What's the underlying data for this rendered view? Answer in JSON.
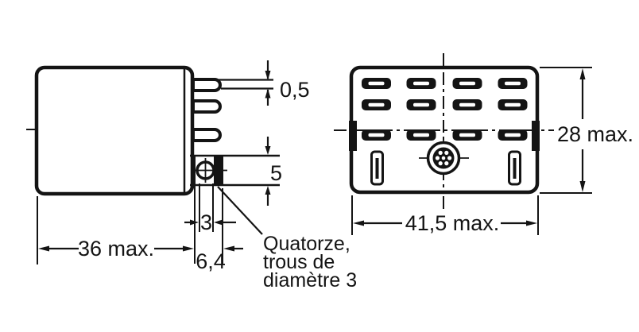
{
  "drawing_type": "technical-dimension-drawing",
  "side_view": {
    "dim_pin_thickness": "0,5",
    "dim_hole_height": "5",
    "dim_hole_diameter": "3",
    "dim_body_length": "36 max.",
    "dim_hole_offset": "6,4",
    "note": {
      "line1": "Quatorze,",
      "line2": "trous de",
      "line3": "diamètre 3"
    }
  },
  "bottom_view": {
    "dim_width": "41,5 max.",
    "dim_height": "28 max."
  },
  "colors": {
    "line": "#141414",
    "background": "#ffffff"
  }
}
